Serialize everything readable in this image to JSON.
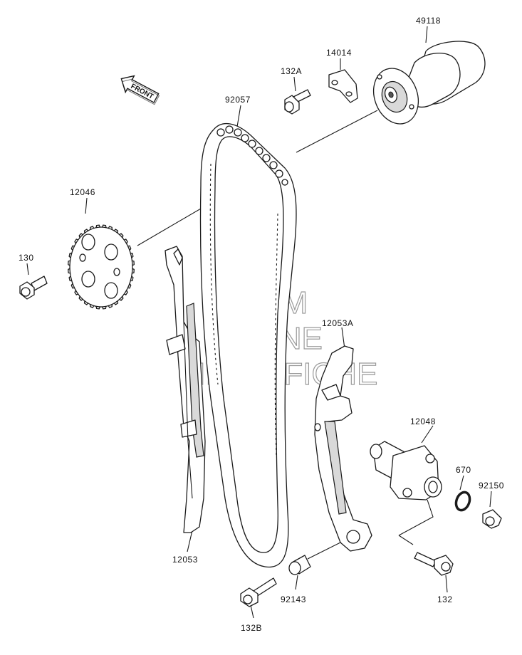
{
  "diagram": {
    "orientation_label": "FRONT",
    "watermark_lines": [
      "HLSM",
      "ONLINE",
      "MICROFICHE"
    ],
    "colors": {
      "line": "#1a1a1a",
      "fill": "#ffffff",
      "shade": "#d9d9d9",
      "watermark": "#9a9a9a"
    },
    "part_labels": {
      "camshaft": "49118",
      "plate": "14014",
      "plate_bolt": "132A",
      "chain": "92057",
      "sprocket": "12046",
      "sprocket_bolt": "130",
      "guide_left": "12053",
      "guide_right": "12053A",
      "tensioner": "12048",
      "o_ring": "670",
      "tensioner_bolt_small": "92150",
      "collar": "92143",
      "bolt_132b": "132B",
      "bolt_132": "132"
    }
  }
}
